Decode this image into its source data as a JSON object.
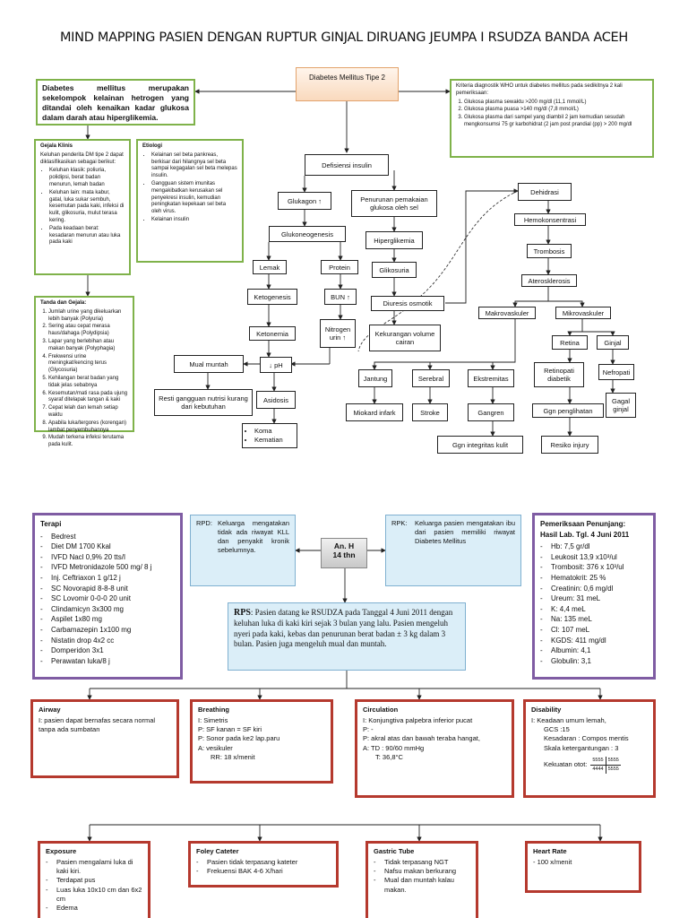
{
  "title": "MIND MAPPING PASIEN DENGAN RUPTUR GINJAL DIRUANG JEUMPA I RSUDZA BANDA ACEH",
  "top": {
    "central": "Diabetes Mellitus Tipe 2",
    "left_def": "Diabetes mellitus merupakan sekelompok kelainan hetrogen yang ditandai oleh kenaikan kadar glukosa dalam darah atau hiperglikemia.",
    "who": {
      "intro": "Kriteria diagnostik WHO untuk diabetes mellitus pada sedikitnya 2 kali pemeriksaan:",
      "items": [
        "Glukosa plasma sewaktu >200 mg/dl (11,1 mmol/L)",
        "Glukosa plasma puasa >140 mg/dl (7,8 mmol/L)",
        "Glukosa plasma dari sampel yang diambil 2 jam kemudian sesudah mengkonsumsi 75 gr karbohidrat (2 jam post prandial (pp) > 200 mg/dl"
      ]
    },
    "gejala": {
      "title": "Gejala Klinis",
      "intro": "Keluhan penderita DM tipe 2 dapat diklasifikasikan sebagai berikut:",
      "items": [
        "Keluhan klasik: poliuria, polidipsi, berat badan menurun, lemah badan",
        "Keluhan lain: mata kabur, gatal, luka sukar sembuh, kesemutan pada kaki, infeksi di kulit, glikosuria, mulut terasa kering.",
        "Pada keadaan berat: kesadaran menurun atau luka pada kaki"
      ]
    },
    "etiologi": {
      "title": "Etiologi",
      "items": [
        "Kelainan sel beta pankreas, berkisar dari hilangnya sel beta sampai kegagalan sel beta melepas insulin.",
        "Gangguan sistem imunitas mengakibatkan kerusakan sel penyekresi insulin, kemudian peningkatan kepekaan sel beta oleh virus.",
        "Kelainan insulin"
      ]
    },
    "tanda": {
      "title": "Tanda dan Gejala:",
      "items": [
        "Jumlah urine yang dikeluarkan lebih banyak (Polyuria)",
        "Sering atau cepat merasa haus/dahaga (Polydipsia)",
        "Lapar yang berlebihan atau makan banyak (Polyphagia)",
        "Frekwensi urine meningkat/kencing terus (Glycosuria)",
        "Kehilangan berat badan yang tidak jelas sebabnya",
        "Kesemutan/mati rasa pada ujung syaraf ditelapak tangan & kaki",
        "Cepat lelah dan lemah setiap waktu",
        "Apabila luka/tergores (korengan) lambat penyembuhannya",
        "Mudah terkena infeksi terutama pada kulit."
      ]
    },
    "nodes": {
      "defisiensi": "Defisiensi insulin",
      "glukagon": "Glukagon ↑",
      "penurunan": "Penurunan pemakaian glukosa oleh sel",
      "glukoneo": "Glukoneogenesis",
      "hiperglikemia": "Hiperglikemia",
      "lemak": "Lemak",
      "protein": "Protein",
      "glikosuria": "Glikosuria",
      "ketogenesis": "Ketogenesis",
      "bun": "BUN ↑",
      "diuresis": "Diuresis osmotik",
      "ketonemia": "Ketonemia",
      "nitrogen": "Nitrogen urin ↑",
      "kekurangan": "Kekurangan volume cairan",
      "mual": "Mual muntah",
      "ph": "↓ pH",
      "resti": "Resti gangguan nutrisi kurang dari kebutuhan",
      "asidosis": "Asidosis",
      "koma": [
        "Koma",
        "Kematian"
      ],
      "dehidrasi": "Dehidrasi",
      "hemokon": "Hemokonsentrasi",
      "trombosis": "Trombosis",
      "aterosklerosis": "Aterosklerosis",
      "makro": "Makrovaskuler",
      "mikro": "Mikrovaskuler",
      "retina": "Retina",
      "ginjal": "Ginjal",
      "jantung": "Jantung",
      "serebral": "Serebral",
      "ekstremitas": "Ekstremitas",
      "retinopati": "Retinopati diabetik",
      "nefropati": "Nefropati",
      "miokard": "Miokard infark",
      "stroke": "Stroke",
      "gangren": "Gangren",
      "gagal": "Gagal ginjal",
      "gpeng": "Ggn penglihatan",
      "resiko": "Resiko injury",
      "ggnkulit": "Ggn integritas kulit"
    }
  },
  "bottom": {
    "patient": "An. H\n14 thn",
    "rpd_label": "RPD:",
    "rpd_text": "Keluarga mengatakan tidak ada riwayat KLL dan penyakit kronik sebelumnya.",
    "rpk_label": "RPK:",
    "rpk_text": "Keluarga pasien mengatakan ibu dari pasien memiliki riwayat Diabetes Mellitus",
    "rps_label": "RPS",
    "rps_text": ": Pasien datang ke RSUDZA pada Tanggal 4 Juni 2011 dengan keluhan luka di kaki kiri sejak 3 bulan yang lalu. Pasien mengeluh nyeri pada kaki, kebas dan penurunan berat badan ± 3 kg dalam 3 bulan. Pasien juga mengeluh mual dan muntah.",
    "terapi": {
      "title": "Terapi",
      "items": [
        "Bedrest",
        "Diet DM 1700 Kkal",
        "IVFD Nacl 0,9% 20 tts/I",
        "IVFD Metronidazole 500 mg/ 8 j",
        "Inj. Ceftriaxon 1 g/12 j",
        "SC Novorapid 8-8-8 unit",
        "SC Lovomir 0-0-0 20 unit",
        "Clindamicyn 3x300 mg",
        "Aspilet 1x80 mg",
        "Carbamazepin 1x100 mg",
        "Nistatin drop 4x2 cc",
        "Domperidon 3x1",
        "Perawatan luka/8 j"
      ]
    },
    "penunjang": {
      "title": "Pemeriksaan Penunjang:",
      "subtitle": "Hasil Lab. Tgl. 4 Juni 2011",
      "items": [
        "Hb: 7,5 gr/dl",
        "Leukosit 13,9 x10³/ul",
        "Trombosit: 376 x 10³/ul",
        "Hematokrit: 25 %",
        "Creatinin: 0,6 mg/dl",
        "Ureum: 31 meL",
        "K: 4,4 meL",
        "Na: 135 meL",
        "Cl: 107 meL",
        "KGDS: 411 mg/dl",
        "Albumin: 4,1",
        "Globulin: 3,1"
      ]
    },
    "airway": {
      "title": "Airway",
      "text": "I: pasien dapat bernafas secara normal tanpa ada sumbatan"
    },
    "breathing": {
      "title": "Breathing",
      "lines": [
        "I: Simetris",
        "P: SF kanan = SF kiri",
        "P: Sonor pada ke2 lap.paru",
        "A: vesikuler",
        "RR: 18 x/menit"
      ]
    },
    "circulation": {
      "title": "Circulation",
      "lines": [
        "I: Konjungtiva palpebra inferior pucat",
        "P: -",
        "P: akral atas dan bawah teraba hangat,",
        "A: TD : 90/60 mmHg",
        "T: 36,8°C"
      ]
    },
    "disability": {
      "title": "Disability",
      "lines": [
        "I: Keadaan umum lemah,",
        "GCS :15",
        "Kesadaran : Compos mentis",
        "Skala ketergantungan : 3"
      ],
      "kekuatan_label": "Kekuatan otot:",
      "kekuatan": [
        "5555",
        "5555",
        "4444",
        "5555"
      ]
    },
    "exposure": {
      "title": "Exposure",
      "items": [
        "Pasien mengalami luka di kaki kiri.",
        "Terdapat pus",
        "Luas luka 10x10 cm dan 6x2 cm",
        "Edema"
      ]
    },
    "foley": {
      "title": "Foley Cateter",
      "items": [
        "Pasien tidak terpasang kateter",
        "Frekuensi BAK 4-6 X/hari"
      ]
    },
    "gastric": {
      "title": "Gastric Tube",
      "items": [
        "Tidak terpasang NGT",
        "Nafsu makan berkurang",
        "Mual dan muntah kalau makan."
      ]
    },
    "heart": {
      "title": "Heart Rate",
      "text": "- 100 x/menit"
    }
  }
}
